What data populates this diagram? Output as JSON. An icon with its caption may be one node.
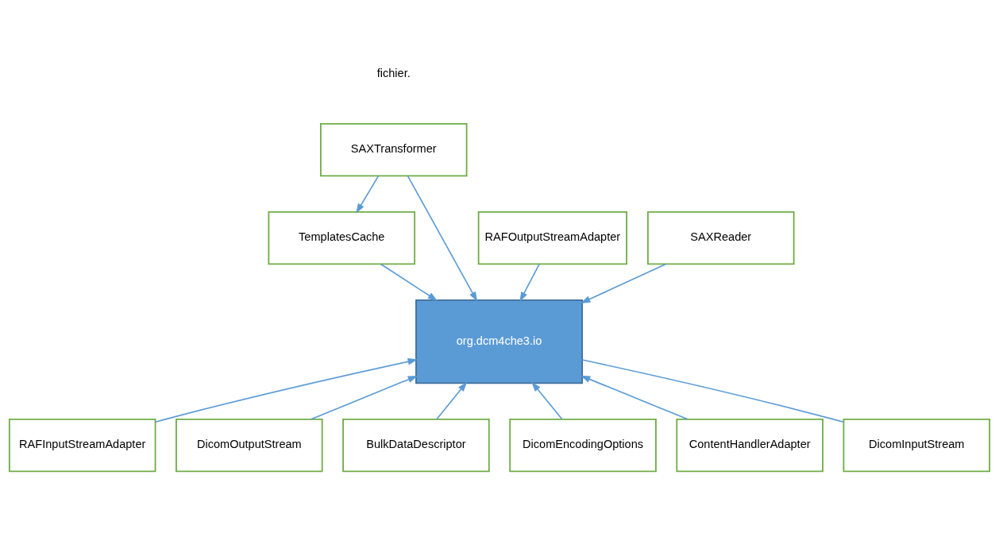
{
  "diagram": {
    "nodes": [
      {
        "text": [
          "TemplatesCache"
        ]
      },
      {
        "text": [
          "SAXTransformer"
        ]
      },
      {
        "text": [
          "RAFOutputStreamAdapter"
        ]
      },
      {
        "text": [
          "SAXReader"
        ]
      },
      {
        "text": [
          "org.dcm4che3.io"
        ]
      },
      {
        "text": [
          "RAFInputStreamAdapter"
        ]
      },
      {
        "text": [
          "DicomOutputStream"
        ]
      },
      {
        "text": [
          "BulkDataDescriptor"
        ]
      },
      {
        "text": [
          "DicomEncodingOptions"
        ]
      },
      {
        "text": [
          "ContentHandlerAdapter"
        ]
      },
      {
        "text": [
          "DicomInputStream"
        ]
      }
    ],
    "edges": [
      {
        "from": 1,
        "to": 0,
        "arrow": "to"
      },
      {
        "from": 1,
        "to": 4,
        "arrow": "to"
      },
      {
        "from": 0,
        "to": 4,
        "arrow": "to"
      },
      {
        "from": 3,
        "to": 4,
        "arrow": "to"
      },
      {
        "from": 7,
        "to": 4,
        "arrow": "to"
      },
      {
        "from": 9,
        "to": 4,
        "arrow": "to"
      },
      {
        "from": 8,
        "to": 4,
        "arrow": "to"
      },
      {
        "from": 10,
        "to": 4,
        "arrow": "none"
      },
      {
        "from": 2,
        "to": 4,
        "arrow": "to"
      },
      {
        "from": 5,
        "to": 4,
        "arrow": "to"
      },
      {
        "from": 6,
        "to": 4,
        "arrow": "to"
      }
    ],
    "labels": [
      "fichier."
    ]
  }
}
